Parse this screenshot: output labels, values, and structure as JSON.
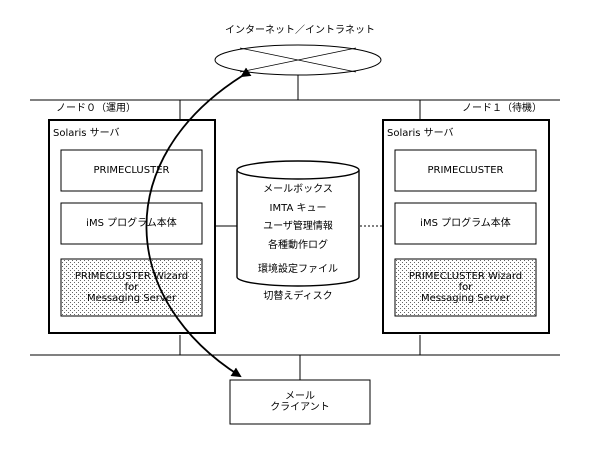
{
  "internet": {
    "label": "インターネット／イントラネット"
  },
  "node0": {
    "label": "ノード０（運用）",
    "server_label": "Solaris サーバ",
    "primecluster": "PRIMECLUSTER",
    "ims": "iMS プログラム本体",
    "wizard": [
      "PRIMECLUSTER Wizard",
      "for",
      "Messaging Server"
    ]
  },
  "node1": {
    "label": "ノード１（待機）",
    "server_label": "Solaris サーバ",
    "primecluster": "PRIMECLUSTER",
    "ims": "iMS プログラム本体",
    "wizard": [
      "PRIMECLUSTER Wizard",
      "for",
      "Messaging Server"
    ]
  },
  "disk": {
    "items": [
      "メールボックス",
      "IMTA キュー",
      "ユーザ管理情報",
      "各種動作ログ",
      "環境設定ファイル"
    ],
    "caption": "切替えディスク"
  },
  "client": {
    "lines": [
      "メール",
      "クライアント"
    ]
  }
}
